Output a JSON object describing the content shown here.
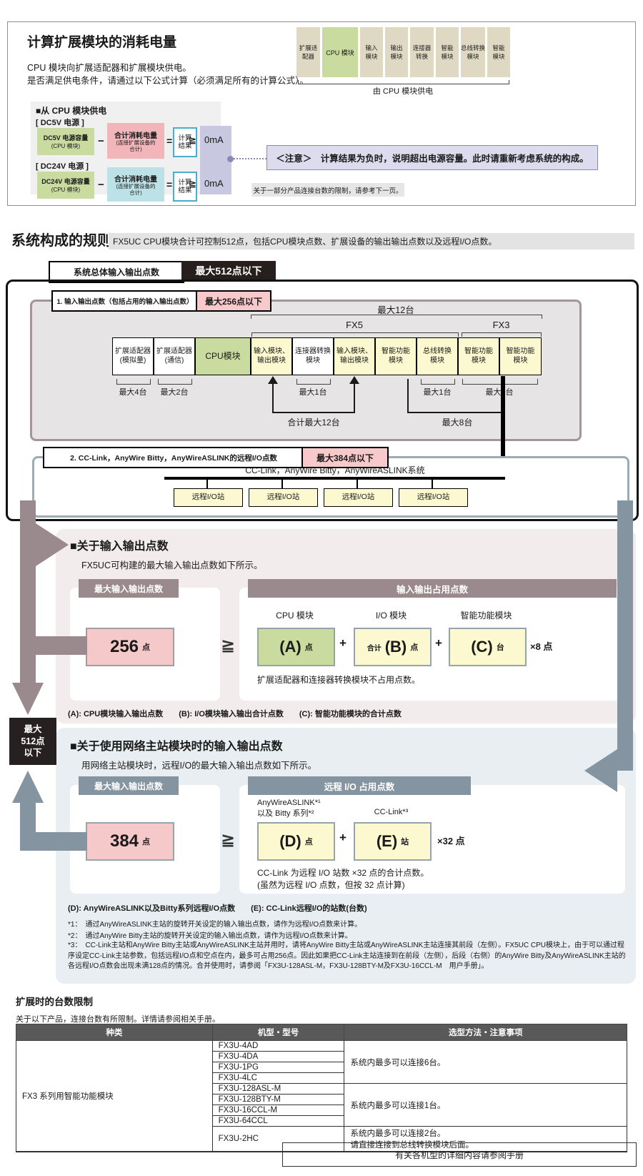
{
  "colors": {
    "green": "#C9DB9E",
    "yellow": "#FCF8CF",
    "pink": "#F5C8CA",
    "pink_cons": "#F2B6BA",
    "cyan": "#BCE2E8",
    "lavender": "#C8C8E0",
    "lavender_note": "#DCDCEE",
    "mauve": "#9A8A8E",
    "grayblue": "#8494A0",
    "dark": "#262020",
    "tan": "#DFD9C4",
    "table_header": "#595959"
  },
  "power": {
    "title": "计算扩展模块的消耗电量",
    "line1": "CPU 模块向扩展适配器和扩展模块供电。",
    "line2": "是否满足供电条件，请通过以下公式计算（必须满足所有的计算公式）。",
    "strip": {
      "modules": [
        "扩展适\n配器",
        "CPU 模块",
        "输入\n模块",
        "输出\n模块",
        "连接器\n转换",
        "智能\n模块",
        "总线转换\n模块",
        "智能\n模块"
      ],
      "caption": "由 CPU 模块供电"
    },
    "supply": {
      "heading": "■从 CPU 模块供电",
      "dc5v": "[ DC5V 电源 ]",
      "dc24v": "[ DC24V 电源 ]",
      "row5": {
        "cap": "DC5V 电源容量",
        "capsub": "(CPU 模块)",
        "minus": "−",
        "cons": "合计消耗电量",
        "conssub": "(连接扩展设备的\n合计)",
        "eq": "=",
        "result": "计算\n结果",
        "gte": "≧",
        "val": "0mA"
      },
      "row24": {
        "cap": "DC24V 电源容量",
        "capsub": "(CPU 模块)",
        "minus": "−",
        "cons": "合计消耗电量",
        "conssub": "(连接扩展设备的\n合计)",
        "eq": "=",
        "result": "计算\n结果",
        "gte": "≧",
        "val": "0mA"
      }
    },
    "note": "＜注意＞　计算结果为负时，说明超出电源容量。此时请重新考虑系统的构成。",
    "ref": "关于一部分产品连接台数的限制，请参考下一页。"
  },
  "rules": {
    "heading": "系统构成的规则",
    "desc": "FX5UC CPU模块合计可控制512点，包括CPU模块点数、扩展设备的输出输出点数以及远程I/O点数。",
    "total_label": "系统总体输入输出点数",
    "total_max": "最大512点以下",
    "io": {
      "label": "1. 输入输出点数（包括占用的输入输出点数）",
      "max": "最大256点以下",
      "max12": "最大12台",
      "fx5": "FX5",
      "fx3": "FX3",
      "modules": [
        {
          "label": "扩展适配器\n(模拟量)"
        },
        {
          "label": "扩展适配器\n(通信)"
        },
        {
          "label": "CPU模块"
        },
        {
          "label": "输入模块、\n输出模块"
        },
        {
          "label": "连接器转换\n模块"
        },
        {
          "label": "输入模块、\n输出模块"
        },
        {
          "label": "智能功能\n模块"
        },
        {
          "label": "总线转换\n模块"
        },
        {
          "label": "智能功能\n模块"
        },
        {
          "label": "智能功能\n模块"
        }
      ],
      "b_adapter_analog": "最大4台",
      "b_adapter_comm": "最大2台",
      "b_connector": "最大1台",
      "b_bus": "最大1台",
      "b_fx3": "最大6台",
      "total12": "合计最大12台",
      "max8": "最大8台"
    },
    "remote": {
      "label": "2. CC-Link，AnyWire Bitty，AnyWireASLINK的远程I/O点数",
      "max": "最大384点以下",
      "system": "CC-Link，AnyWire Bitty，AnyWireASLINK系统",
      "stations": [
        "远程I/O站",
        "远程I/O站",
        "远程I/O站",
        "远程I/O站"
      ]
    },
    "max512_box": "最大\n512点\n以下"
  },
  "sec_io": {
    "title": "■关于输入输出点数",
    "sub": "FX5UC可构建的最大输入输出点数如下所示。",
    "left_header": "最大输入输出点数",
    "left_value": "256",
    "left_unit": "点",
    "gte": "≧",
    "right_header": "输入输出占用点数",
    "cpu_label": "CPU 模块",
    "io_label": "I/O 模块",
    "intel_label": "智能功能模块",
    "a": "(A)",
    "a_unit": "点",
    "plus1": "+",
    "b_prefix": "合计",
    "b": "(B)",
    "b_unit": "点",
    "plus2": "+",
    "c": "(C)",
    "c_unit": "台",
    "x8": "×8 点",
    "note": "扩展适配器和连接器转换模块不占用点数。",
    "legend": "(A): CPU模块输入输出点数　　(B): I/O模块输入输出合计点数　　(C): 智能功能模块的合计点数"
  },
  "sec_net": {
    "title": "■关于使用网络主站模块时的输入输出点数",
    "sub": "用网络主站模块时，远程I/O的最大输入输出点数如下所示。",
    "left_header": "最大输入输出点数",
    "left_value": "384",
    "left_unit": "点",
    "gte": "≧",
    "right_header": "远程 I/O 占用点数",
    "d_label": "AnyWireASLINK*¹\n以及 Bitty 系列*²",
    "e_label": "CC-Link*³",
    "d": "(D)",
    "d_unit": "点",
    "plus": "+",
    "e": "(E)",
    "e_unit": "站",
    "x32": "×32 点",
    "note1": "CC-Link 为远程 I/O 站数 ×32 点的合计点数。",
    "note2": "(虽然为远程 I/O 点数，但按 32 点计算)",
    "legend": "(D): AnyWireASLINK以及Bitty系列远程I/O点数　　(E): CC-Link远程I/O的站数(台数)",
    "fn1": "*1：　通过AnyWireASLINK主站的旋转开关设定的输入输出点数，请作为远程I/O点数来计算。",
    "fn2": "*2：　通过AnyWire Bitty主站的旋转开关设定的输入输出点数，请作为远程I/O点数来计算。",
    "fn3": "*3：　CC-Link主站和AnyWire Bitty主站或AnyWireASLINK主站并用时，请将AnyWire Bitty主站或AnyWireASLINK主站连接其前段（左侧）。FX5UC CPU模块上，由于可以通过程序设定CC-Link主站参数，包括远程I/O点和空点在内，最多可占用256点。因此如果把CC-Link主站连接到在前段（左侧），后段（右侧）的AnyWire Bitty及AnyWireASLINK主站的各远程I/O点数会出现未满128点的情况。合并使用时，请参阅「FX3U-128ASL-M，FX3U-128BTY-M及FX3U-16CCL-M　用户手册」。"
  },
  "limits": {
    "title": "扩展时的台数限制",
    "desc": "关于以下产品，连接台数有所限制。详情请参阅相关手册。",
    "headers": [
      "种类",
      "机型・型号",
      "选型方法・注意事项"
    ],
    "category": "FX3 系列用智能功能模块",
    "models": [
      "FX3U-4AD",
      "FX3U-4DA",
      "FX3U-1PG",
      "FX3U-4LC",
      "FX3U-128ASL-M",
      "FX3U-128BTY-M",
      "FX3U-16CCL-M",
      "FX3U-64CCL",
      "FX3U-2HC"
    ],
    "note_a": "系统内最多可以连接6台。",
    "note_b": "系统内最多可以连接1台。",
    "note_c": "系统内最多可以连接2台。\n请直接连接到总线转换模块后面。"
  },
  "footer_note": "有关各机型的详细内容请参阅手册"
}
